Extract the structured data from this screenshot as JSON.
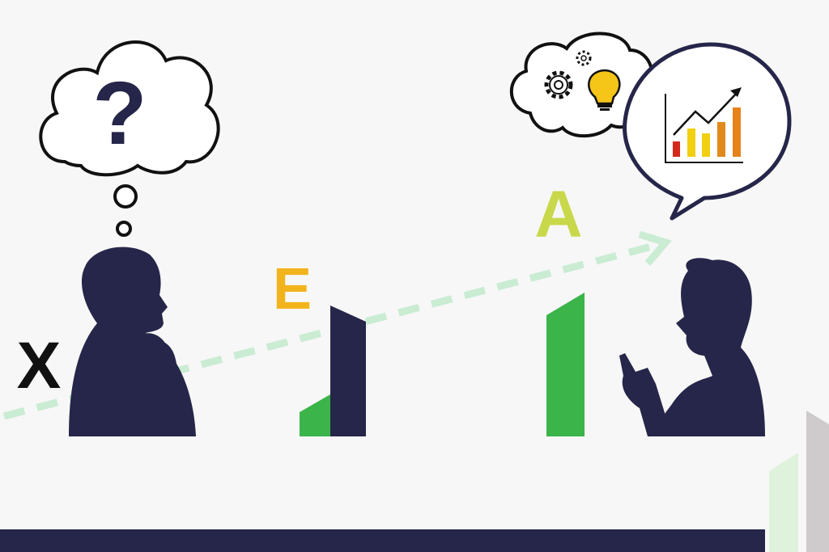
{
  "labels": {
    "question": "?",
    "x_mark": "X",
    "grade_low": "E",
    "grade_high": "A"
  },
  "colors": {
    "background": "#f7f7f7",
    "silhouette": "#26264a",
    "green": "#3bb44a",
    "yellow_e": "#f2b41c",
    "lime_a": "#c8d84a",
    "dash": "#c9ecd2",
    "bulb": "#f5c518",
    "bar_red": "#d42a1e",
    "bar_yellow": "#f2cf10",
    "bar_orange": "#e6821a"
  },
  "icons": [
    "thought-cloud-icon",
    "question-mark-icon",
    "gear-icon",
    "lightbulb-icon",
    "speech-bubble-icon",
    "growth-chart-icon",
    "dashed-arrow-icon"
  ]
}
